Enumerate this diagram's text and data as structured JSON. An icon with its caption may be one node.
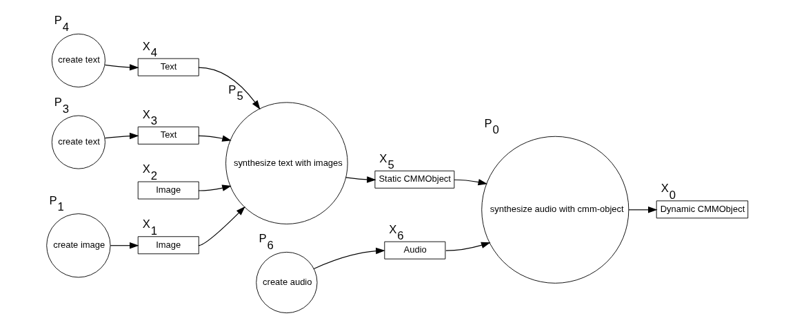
{
  "diagram": {
    "nodes": [
      {
        "text": [
          "P$_{4}$",
          "create text"
        ]
      },
      {
        "text": [
          "X$_{4}$",
          "Text"
        ]
      },
      {
        "text": [
          "P$_{5}$",
          "synthesize text with images"
        ]
      },
      {
        "text": [
          "X$_{5}$",
          "Static CMMObject"
        ]
      },
      {
        "text": [
          "X$_{3}$",
          "Text"
        ]
      },
      {
        "text": [
          "P$_{3}$",
          "create text"
        ]
      },
      {
        "text": [
          "X$_{2}$",
          "Image"
        ]
      },
      {
        "text": [
          "P$_{0}$",
          "synthesize audio with cmm-object"
        ]
      },
      {
        "text": [
          "X$_{6}$",
          "Audio"
        ]
      },
      {
        "text": [
          "X$_{1}$",
          "Image"
        ]
      },
      {
        "text": [
          "P$_{1}$",
          "create image"
        ]
      },
      {
        "text": [
          "P$_{6}$",
          "create audio"
        ]
      },
      {
        "text": [
          "X$_{0}$",
          "Dynamic CMMObject"
        ]
      }
    ],
    "edges": [
      {
        "from": 0,
        "to": 1,
        "arrow": "to"
      },
      {
        "from": 1,
        "to": 2,
        "arrow": "to"
      },
      {
        "from": 5,
        "to": 4,
        "arrow": "to"
      },
      {
        "from": 4,
        "to": 2,
        "arrow": "to"
      },
      {
        "from": 6,
        "to": 2,
        "arrow": "to"
      },
      {
        "from": 9,
        "to": 2,
        "arrow": "to"
      },
      {
        "from": 10,
        "to": 9,
        "arrow": "to"
      },
      {
        "from": 2,
        "to": 3,
        "arrow": "to"
      },
      {
        "from": 3,
        "to": 7,
        "arrow": "to"
      },
      {
        "from": 8,
        "to": 7,
        "arrow": "to"
      },
      {
        "from": 11,
        "to": 8,
        "arrow": "to"
      },
      {
        "from": 7,
        "to": 12,
        "arrow": "to"
      }
    ]
  }
}
